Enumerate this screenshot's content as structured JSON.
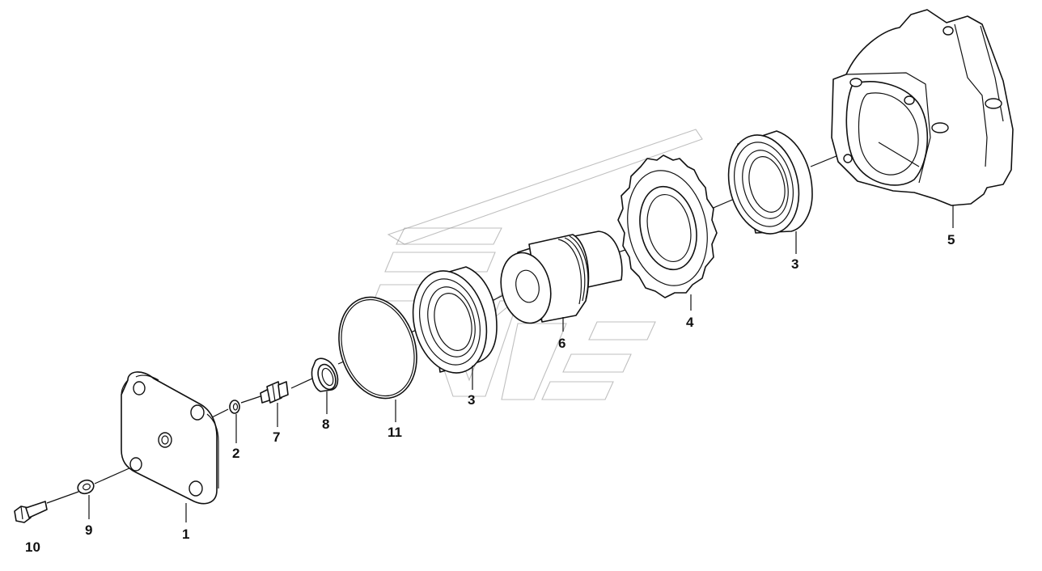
{
  "callouts": {
    "c1": "1",
    "c2": "2",
    "c3a": "3",
    "c3b": "3",
    "c4": "4",
    "c5": "5",
    "c6": "6",
    "c7": "7",
    "c8": "8",
    "c9": "9",
    "c10": "10",
    "c11": "11"
  },
  "colors": {
    "line": "#111111",
    "watermark": "#8a8a8a",
    "background": "#ffffff"
  }
}
